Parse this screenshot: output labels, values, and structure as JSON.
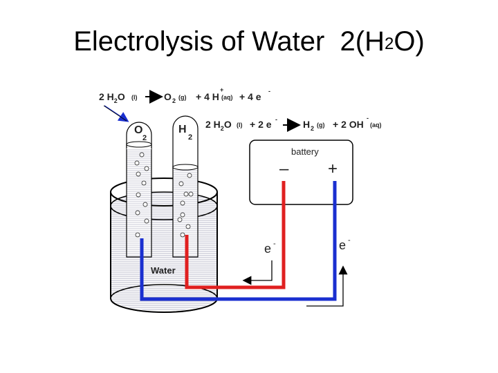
{
  "slide": {
    "title_main": "Electrolysis of Water  2(H",
    "title_sub": "2",
    "title_end": "O)"
  },
  "equations": {
    "anode": {
      "reactant_coef": "2 H",
      "reactant_sub": "2",
      "reactant_O": "O",
      "reactant_state": "(l)",
      "product1": "O",
      "product1_sub": "2",
      "product1_state": "(g)",
      "plus1": "+ 4 H",
      "hplus_charge": "+",
      "hplus_state": "(aq)",
      "electrons": "+ 4 e",
      "electron_charge": "-"
    },
    "cathode": {
      "reactant_coef": "2 H",
      "reactant_sub": "2",
      "reactant_O": "O",
      "reactant_state": "(l)",
      "electrons": "+ 2 e",
      "electron_charge": "-",
      "product1": "H",
      "product1_sub": "2",
      "product1_state": "(g)",
      "product2": "+ 2 OH",
      "oh_charge": "-",
      "oh_state": "(aq)"
    }
  },
  "labels": {
    "o2_tube": "O",
    "o2_sub": "2",
    "h2_tube": "H",
    "h2_sub": "2",
    "water": "Water",
    "battery": "battery",
    "battery_negative": "–",
    "battery_positive": "+",
    "electron_left": "e",
    "electron_left_charge": "-",
    "electron_right": "e",
    "electron_right_charge": "-"
  },
  "colors": {
    "red_wire": "#e02020",
    "blue_wire": "#1a2fd0",
    "arrow_blue": "#1a2fd0"
  }
}
